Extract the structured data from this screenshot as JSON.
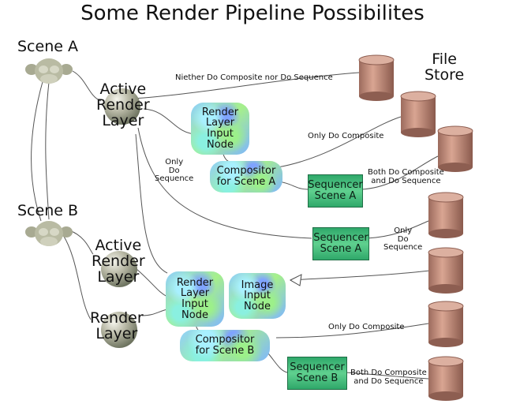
{
  "title": "Some Render Pipeline Possibilites",
  "scenes": {
    "scene_a": "Scene A",
    "scene_b": "Scene B"
  },
  "layers": {
    "active_render_layer_a": "Active\nRender\nLayer",
    "active_render_layer_b": "Active\nRender\nLayer",
    "render_layer_b": "Render\nLayer"
  },
  "nodes": {
    "render_layer_input_node_a": "Render\nLayer\nInput\nNode",
    "compositor_a": "Compositor\nfor Scene A",
    "render_layer_input_node_b": "Render\nLayer\nInput\nNode",
    "image_input_node": "Image\nInput\nNode",
    "compositor_b": "Compositor\nfor Scene B"
  },
  "sequencers": {
    "seq_a_upper": "Sequencer\nScene A",
    "seq_a_lower": "Sequencer\nScene A",
    "seq_b": "Sequencer\nScene B"
  },
  "file_store_label": "File\nStore",
  "edge_labels": {
    "neither": "Niether Do Composite nor Do Sequence",
    "only_composite_a": "Only Do Composite",
    "both_a": "Both Do Composite\nand Do Sequence",
    "only_sequence_left": "Only\nDo\nSequence",
    "only_sequence_right": "Only\nDo\nSequence",
    "only_composite_b": "Only Do Composite",
    "both_b": "Both Do Composite\nand Do Sequence"
  },
  "colors": {
    "cylinder": "#c48c7a",
    "sequencer": "#3fbf7f"
  }
}
